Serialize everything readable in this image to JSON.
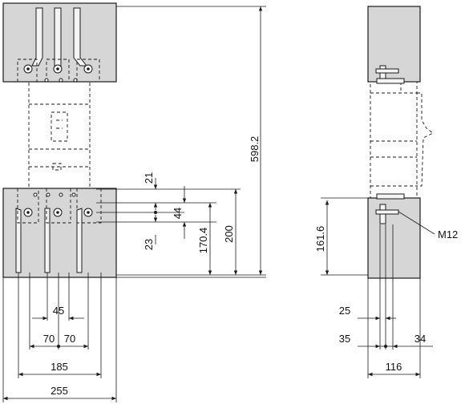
{
  "drawing": {
    "dimensions": {
      "overall_height": "598.2",
      "top_offset": "21",
      "terminal_spacing_v": "44",
      "bottom_offset": "23",
      "height_170": "170.4",
      "height_200": "200",
      "side_height": "161.6",
      "bolt": "M12",
      "pitch_45": "45",
      "pitch_70_left": "70",
      "pitch_70_right": "70",
      "width_185": "185",
      "width_255": "255",
      "side_25": "25",
      "side_35": "35",
      "side_34": "34",
      "side_116": "116"
    }
  }
}
